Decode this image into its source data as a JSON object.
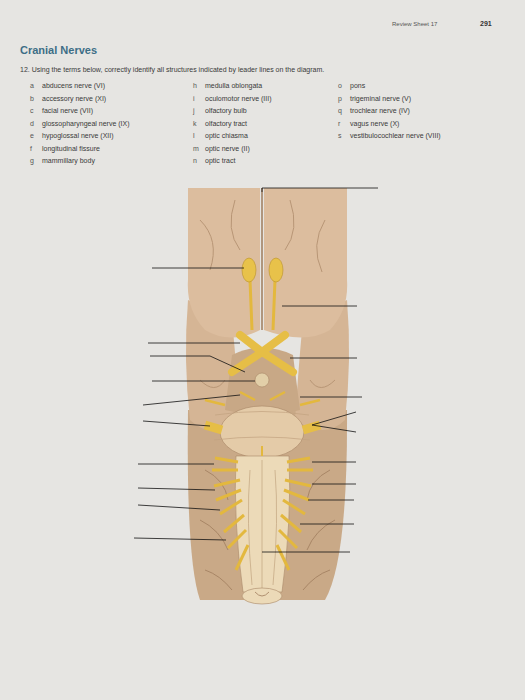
{
  "diagram": {
    "title": "Cranial Nerves",
    "labels": [
      "Review Sheet 17",
      "291",
      "12. Using the terms below, correctly identify all structures indicated by leader lines on the diagram.",
      "a",
      "abducens nerve (VI)",
      "b",
      "accessory nerve (XI)",
      "c",
      "facial nerve (VII)",
      "d",
      "glossopharyngeal nerve (IX)",
      "e",
      "hypoglossal nerve (XII)",
      "f",
      "longitudinal fissure",
      "g",
      "mammillary body",
      "h",
      "medulla oblongata",
      "i",
      "oculomotor nerve (III)",
      "j",
      "olfactory bulb",
      "k",
      "olfactory tract",
      "l",
      "optic chiasma",
      "m",
      "optic nerve (II)",
      "n",
      "optic tract",
      "o",
      "pons",
      "p",
      "trigeminal nerve (V)",
      "q",
      "trochlear nerve (IV)",
      "r",
      "vagus nerve (X)",
      "s",
      "vestibulocochlear nerve (VIII)"
    ]
  }
}
